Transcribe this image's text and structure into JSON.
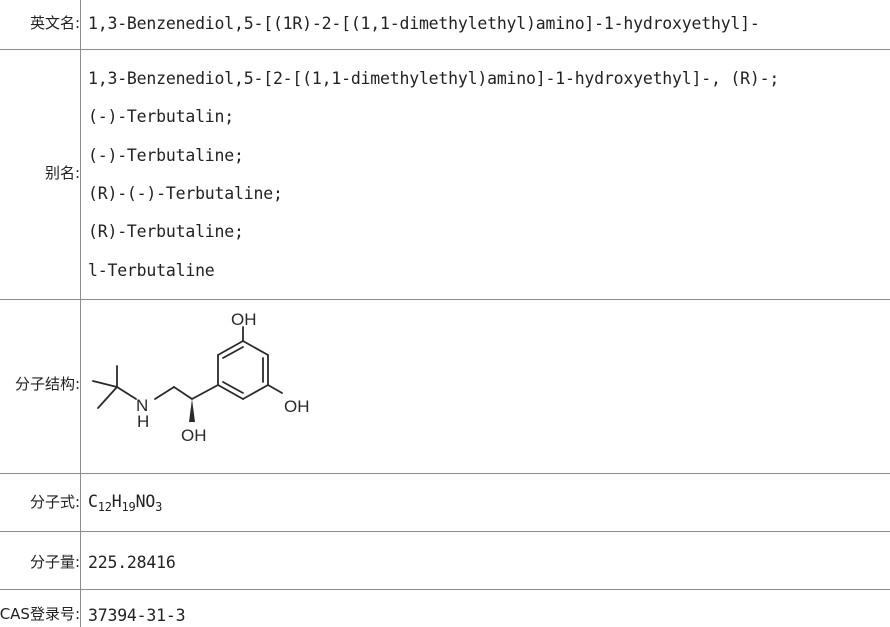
{
  "english_name": {
    "label": "英文名:",
    "value": "1,3-Benzenediol,5-[(1R)-2-[(1,1-dimethylethyl)amino]-1-hydroxyethyl]-"
  },
  "aliases": {
    "label": "别名:",
    "items": [
      "1,3-Benzenediol,5-[2-[(1,1-dimethylethyl)amino]-1-hydroxyethyl]-, (R)-;",
      "(-)-Terbutalin;",
      "(-)-Terbutaline;",
      "(R)-(-)-Terbutaline;",
      "(R)-Terbutaline;",
      "l-Terbutaline"
    ]
  },
  "structure": {
    "label": "分子结构:",
    "atoms": {
      "oh_top": "OH",
      "oh_right": "OH",
      "oh_bottom": "OH",
      "n": "N",
      "h": "H"
    }
  },
  "formula": {
    "label": "分子式:",
    "parts": [
      {
        "text": "C",
        "sub": "12"
      },
      {
        "text": "H",
        "sub": "19"
      },
      {
        "text": "NO",
        "sub": "3"
      }
    ]
  },
  "mol_weight": {
    "label": "分子量:",
    "value": "225.28416"
  },
  "cas": {
    "label": "CAS登录号:",
    "value": "37394-31-3"
  }
}
